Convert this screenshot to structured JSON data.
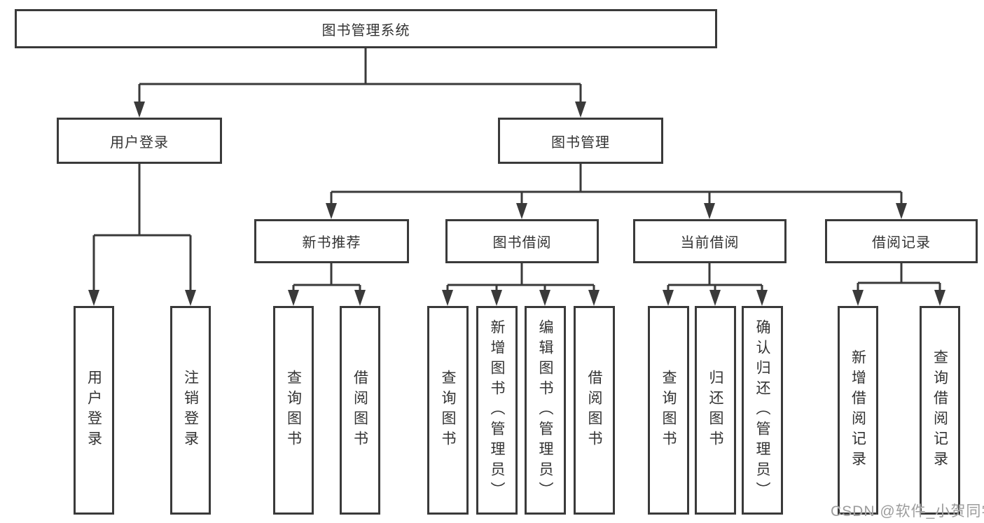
{
  "diagram_title": "图书管理系统",
  "nodes": {
    "root": "图书管理系统",
    "user_login": "用户登录",
    "book_mgmt": "图书管理",
    "new_rec": "新书推荐",
    "borrow": "图书借阅",
    "current": "当前借阅",
    "records": "借阅记录",
    "leaf_login": "用户登录",
    "leaf_logout": "注销登录",
    "rec_query": "查询图书",
    "rec_borrow": "借阅图书",
    "bor_query": "查询图书",
    "bor_add": "新增图书（管理员）",
    "bor_edit": "编辑图书（管理员）",
    "bor_borrow": "借阅图书",
    "cur_query": "查询图书",
    "cur_return": "归还图书",
    "cur_confirm": "确认归还（管理员）",
    "hist_add": "新增借阅记录",
    "hist_query": "查询借阅记录"
  },
  "hierarchy": {
    "图书管理系统": {
      "用户登录": [
        "用户登录",
        "注销登录"
      ],
      "图书管理": {
        "新书推荐": [
          "查询图书",
          "借阅图书"
        ],
        "图书借阅": [
          "查询图书",
          "新增图书（管理员）",
          "编辑图书（管理员）",
          "借阅图书"
        ],
        "当前借阅": [
          "查询图书",
          "归还图书",
          "确认归还（管理员）"
        ],
        "借阅记录": [
          "新增借阅记录",
          "查询借阅记录"
        ]
      }
    }
  },
  "watermark": "CSDN @软件_小贺同学",
  "colors": {
    "line": "#3a3a3a",
    "border": "#3a3a3a",
    "text": "#333333",
    "background": "#ffffff",
    "watermark": "#9c9c9c"
  }
}
